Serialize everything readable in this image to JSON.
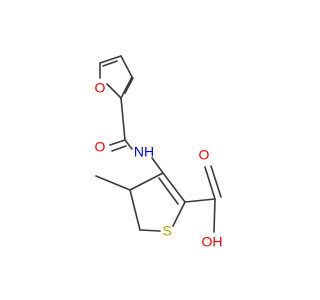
{
  "molecule": {
    "atoms": [
      {
        "id": "furan_o",
        "symbol": "O",
        "color": "#ff0000"
      },
      {
        "id": "carbonyl_o",
        "symbol": "O",
        "color": "#ff0000"
      },
      {
        "id": "amide_n",
        "symbol": "NH",
        "color": "#0000ff"
      },
      {
        "id": "hydroxyl",
        "symbol": "OH",
        "color": "#ff0000"
      },
      {
        "id": "acid_o",
        "symbol": "O",
        "color": "#ff0000"
      },
      {
        "id": "sulfur",
        "symbol": "S",
        "color": "#b5a300"
      }
    ],
    "bond_color": "#3a3a3a"
  }
}
